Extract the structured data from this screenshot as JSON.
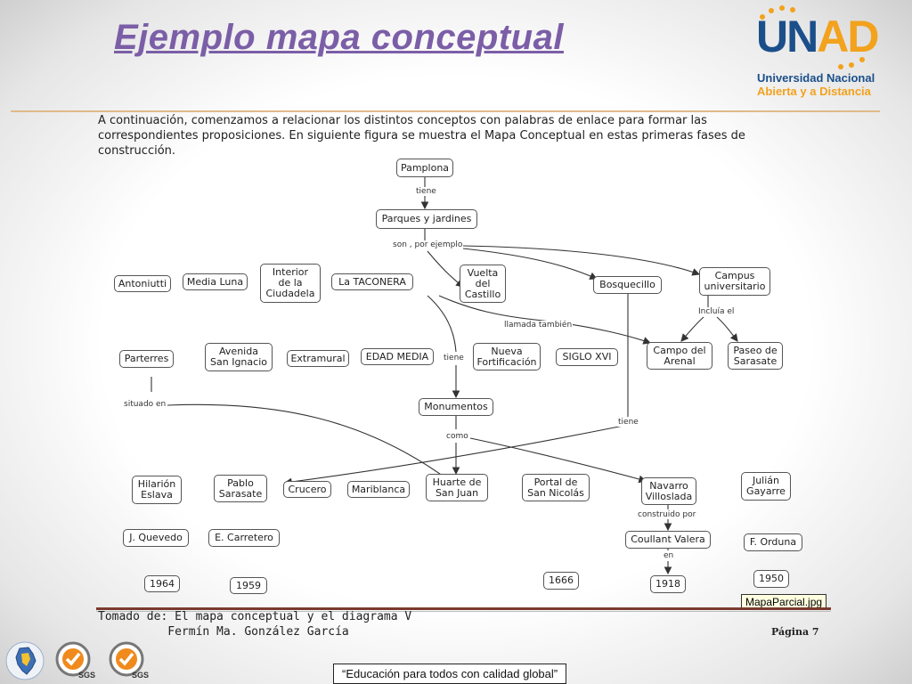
{
  "title": "Ejemplo mapa conceptual",
  "logo": {
    "word": [
      "U",
      "N",
      "A",
      "D"
    ],
    "line1": "Universidad Nacional",
    "line2": "Abierta y a Distancia",
    "color_blue": "#1b4f8a",
    "color_orange": "#f2a21c"
  },
  "intro": "A continuación, comenzamos a relacionar los distintos conceptos con palabras de enlace para formar las correspondientes proposiciones. En siguiente figura se muestra el Mapa Conceptual en estas primeras fases de construcción.",
  "map": {
    "nodes": {
      "pamplona": "Pamplona",
      "parques": "Parques y jardines",
      "antoniutti": "Antoniutti",
      "media_luna": "Media Luna",
      "interior": "Interior\nde la\nCiudadela",
      "taconera": "La TACONERA",
      "vuelta": "Vuelta\ndel\nCastillo",
      "bosquecillo": "Bosquecillo",
      "campus": "Campus\nuniversitario",
      "parterres": "Parterres",
      "avenida": "Avenida\nSan Ignacio",
      "extramural": "Extramural",
      "edad_media": "EDAD MEDIA",
      "nueva": "Nueva\nFortificación",
      "siglo": "SIGLO XVI",
      "campo_arenal": "Campo del\nArenal",
      "paseo": "Paseo de\nSarasate",
      "monumentos": "Monumentos",
      "hilarion": "Hilarión\nEslava",
      "pablo": "Pablo\nSarasate",
      "crucero": "Crucero",
      "mariblanca": "Mariblanca",
      "huarte": "Huarte de\nSan Juan",
      "portal": "Portal de\nSan Nicolás",
      "navarro": "Navarro\nVilloslada",
      "julian": "Julián\nGayarre",
      "quevedo": "J. Quevedo",
      "carretero": "E. Carretero",
      "coullant": "Coullant Valera",
      "orduna": "F. Orduna",
      "y1964": "1964",
      "y1959": "1959",
      "y1666": "1666",
      "y1918": "1918",
      "y1950": "1950"
    },
    "links": {
      "tiene1": "tiene",
      "son": "son , por ejemplo",
      "llamada": "llamada también",
      "incluia": "Incluía el",
      "tiene2": "tiene",
      "situado": "situado en",
      "tiene3": "tiene",
      "como": "como",
      "construido": "construido por",
      "en": "en"
    }
  },
  "footer": {
    "source_line1": "Tomado de: El mapa conceptual y el diagrama V",
    "source_line2": "          Fermín Ma. González García",
    "file_label": "MapaParcial.jpg",
    "page": "Página 7",
    "slogan": "“Educación para todos con calidad global”",
    "badge_label": "SGS"
  }
}
